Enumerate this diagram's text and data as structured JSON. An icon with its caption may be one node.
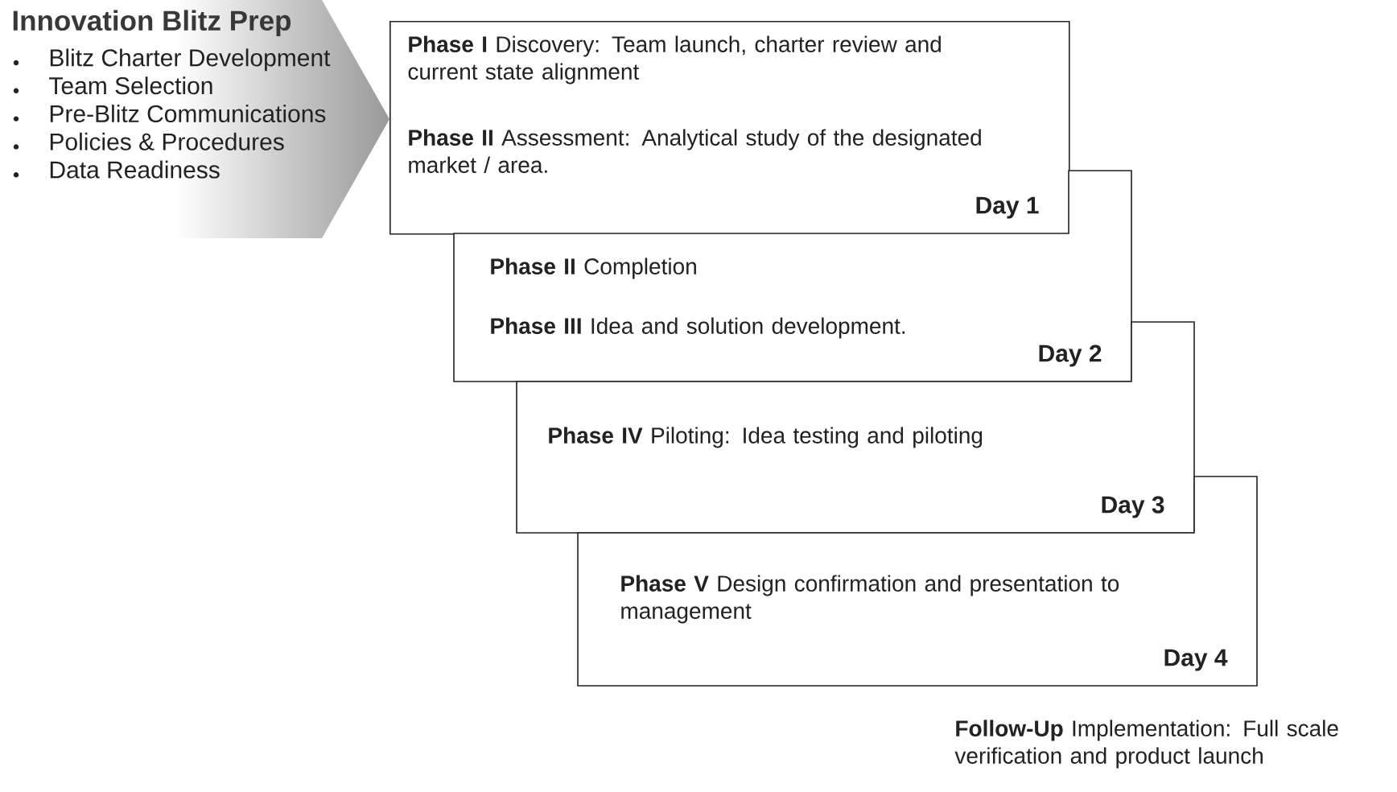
{
  "diagram": {
    "nodes": [
      {
        "text": [
          "Innovation Blitz Prep",
          "Blitz Charter Development",
          "Team Selection",
          "Pre-Blitz Communications",
          "Policies & Procedures",
          "Data Readiness"
        ]
      },
      {
        "text": [
          "**Phase I** Discovery: Team launch, charter review and current state alignment",
          "**Phase II** Assessment: Analytical study of the designated market / area.",
          "Day 1"
        ]
      },
      {
        "text": [
          "**Phase II** Completion",
          "**Phase III** Idea and solution development.",
          "Day 2"
        ]
      },
      {
        "text": [
          "**Phase IV** Piloting: Idea testing and piloting",
          "Day 3"
        ]
      },
      {
        "text": [
          "**Phase V** Design confirmation and presentation to management",
          "Day 4"
        ]
      }
    ],
    "labels": [
      "**Follow-Up** Implementation: Full scale verification and product launch"
    ]
  }
}
